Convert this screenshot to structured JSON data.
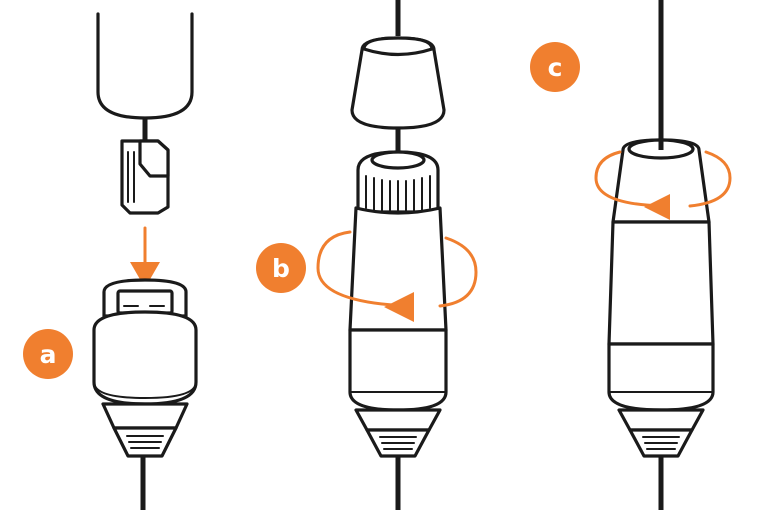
{
  "colors": {
    "accent": "#f07f2f",
    "ink": "#1a1a1a",
    "background": "#ffffff"
  },
  "steps": [
    {
      "label": "a"
    },
    {
      "label": "b"
    },
    {
      "label": "c"
    }
  ]
}
